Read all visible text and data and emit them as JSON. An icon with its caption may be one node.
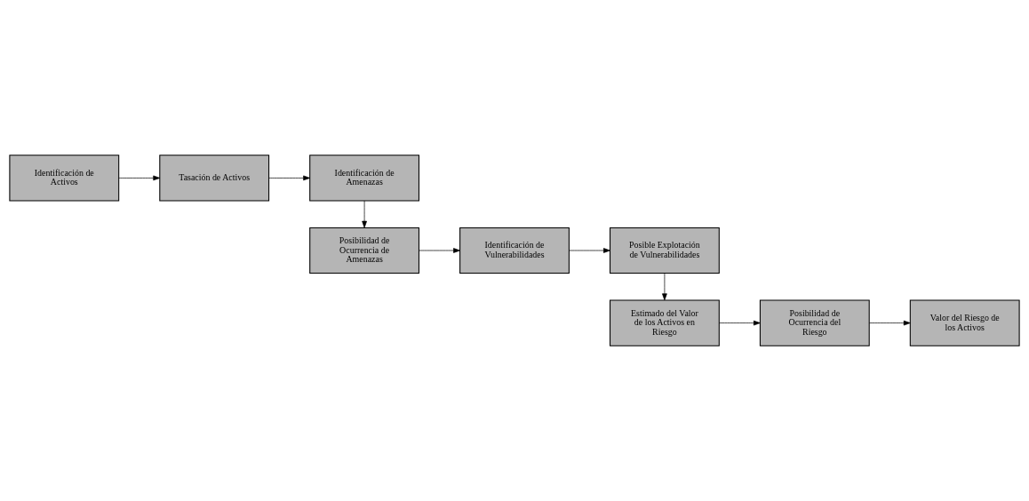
{
  "diagram": {
    "nodes": [
      {
        "text": [
          "Identificación de Activos"
        ]
      },
      {
        "text": [
          "Tasación de Activos"
        ]
      },
      {
        "text": [
          "Identificación de Amenazas"
        ]
      },
      {
        "text": [
          "Posibilidad de Ocurrencia de Amenazas"
        ]
      },
      {
        "text": [
          "Identificación de Vulnerabilidades"
        ]
      },
      {
        "text": [
          "Posible Explotación de Vulnerabilidades"
        ]
      },
      {
        "text": [
          "Estimado del Valor de los Activos en Riesgo"
        ]
      },
      {
        "text": [
          "Posibilidad de Ocurrencia del Riesgo"
        ]
      },
      {
        "text": [
          "Valor del Riesgo de los Activos"
        ]
      }
    ],
    "edges": [
      {
        "from": 0,
        "to": 1,
        "arrow": "to"
      },
      {
        "from": 1,
        "to": 2,
        "arrow": "to"
      },
      {
        "from": 2,
        "to": 3,
        "arrow": "to"
      },
      {
        "from": 3,
        "to": 4,
        "arrow": "to"
      },
      {
        "from": 4,
        "to": 5,
        "arrow": "to"
      },
      {
        "from": 5,
        "to": 6,
        "arrow": "to"
      },
      {
        "from": 6,
        "to": 7,
        "arrow": "to"
      },
      {
        "from": 7,
        "to": 8,
        "arrow": "to"
      }
    ]
  }
}
